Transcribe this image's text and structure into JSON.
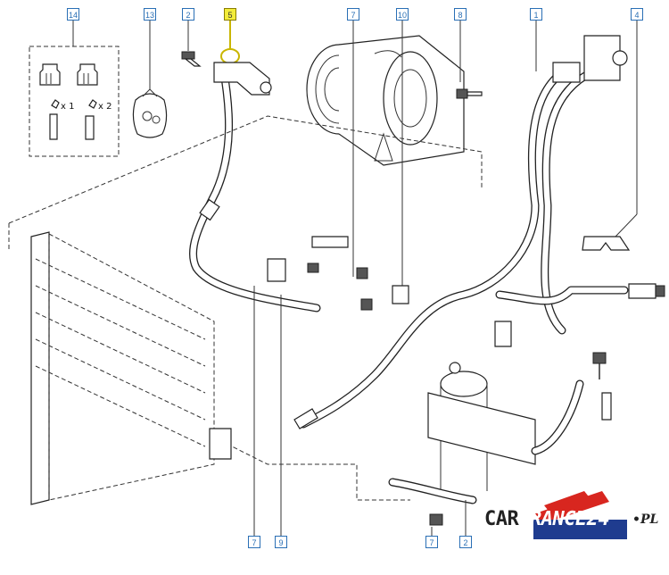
{
  "callouts": {
    "c14": "14",
    "c13": "13",
    "c2a": "2",
    "c5": "5",
    "c7a": "7",
    "c10": "10",
    "c8": "8",
    "c1": "1",
    "c4": "4",
    "c7b": "7",
    "c9": "9",
    "c7c": "7",
    "c2b": "2"
  },
  "highlighted_callout": "5",
  "quantities": {
    "q1": "x 1",
    "q2": "x 2"
  },
  "logo": {
    "part1": "CAR",
    "part2": "FRANCE",
    "part3": "24",
    "suffix": "•PL"
  },
  "colors": {
    "callout_border": "#2a6fb5",
    "highlight": "#f2ec3a",
    "logo_red": "#d8261f",
    "logo_blue": "#1f3c8f"
  }
}
